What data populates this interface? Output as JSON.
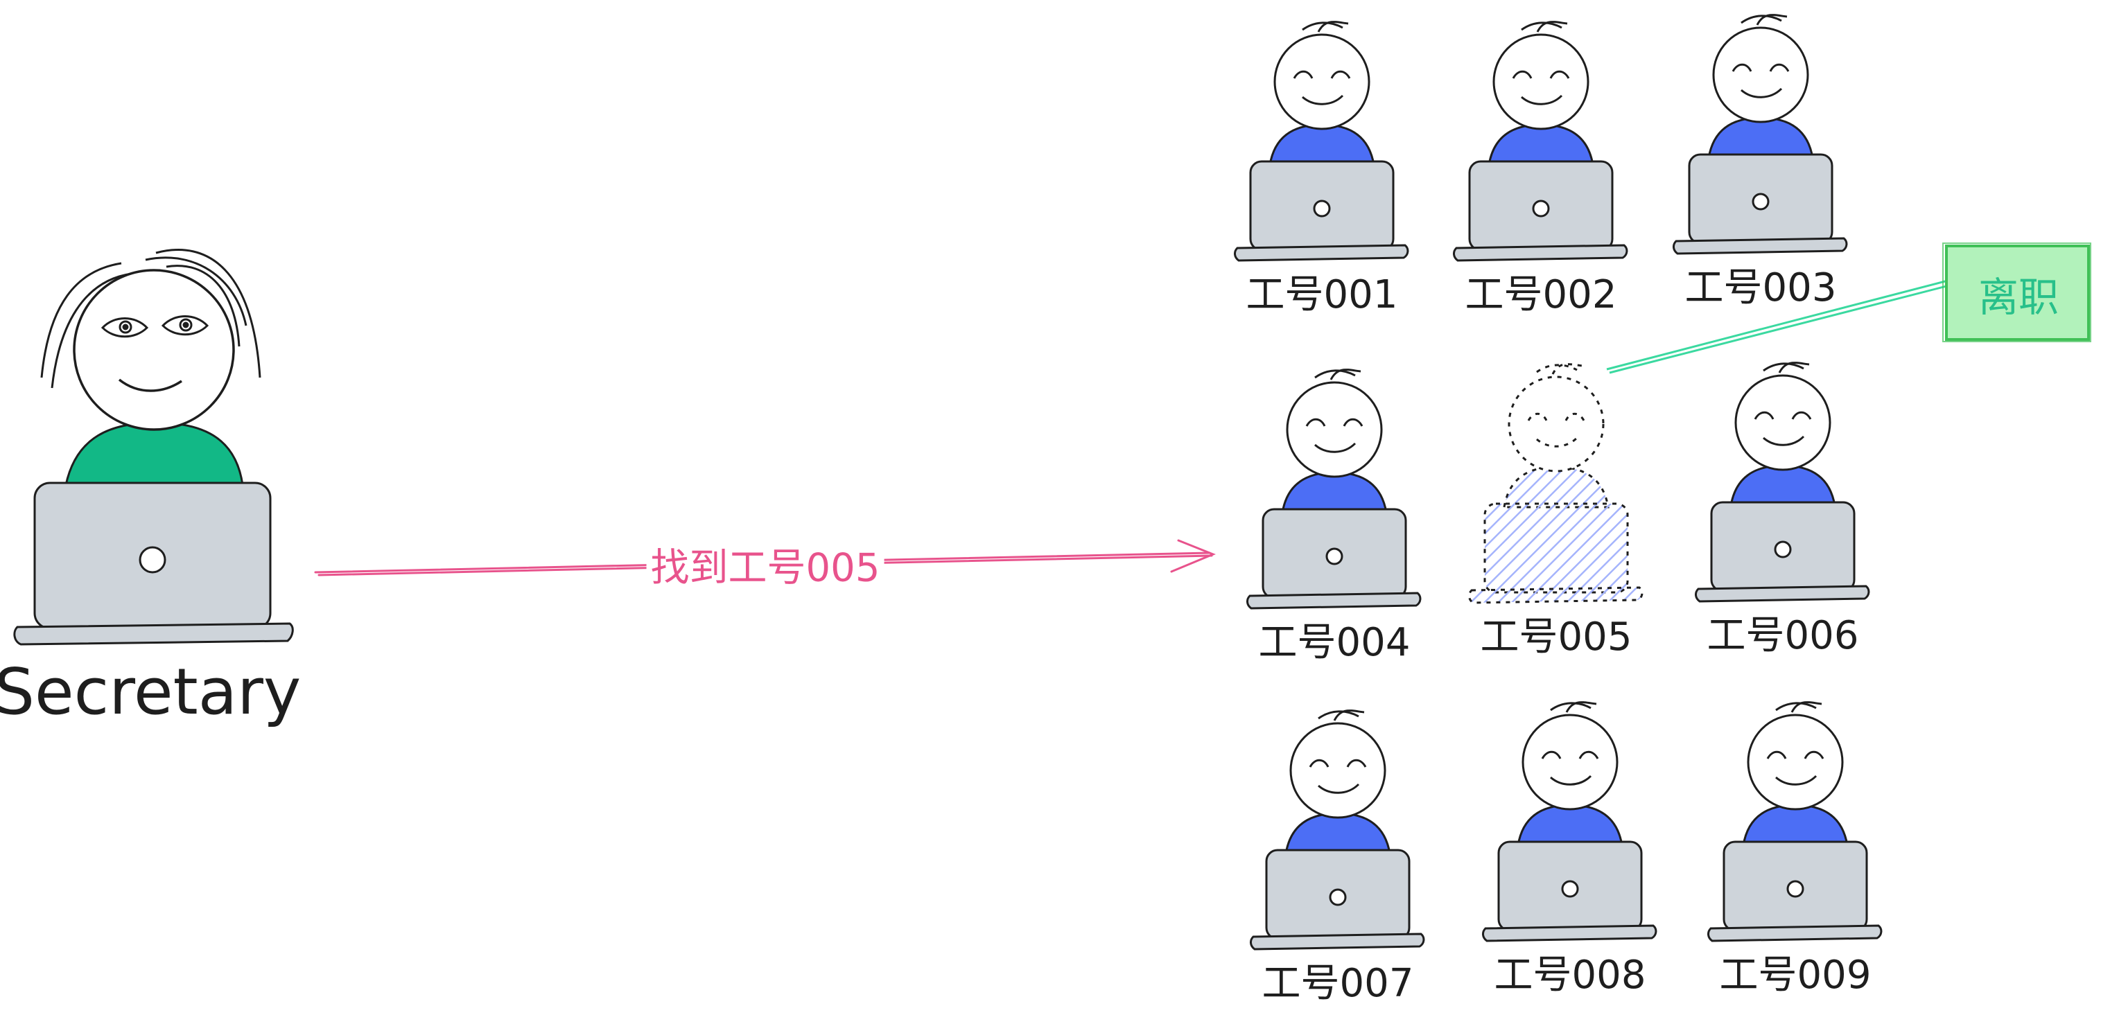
{
  "secretary": {
    "label": "Secretary",
    "shirt_color": "#12b886"
  },
  "request": {
    "label": "找到工号005",
    "color": "#e8538c"
  },
  "departed_tag": {
    "label": "离职",
    "text_color": "#28c08a",
    "fill": "#b2f2bb",
    "border": "#40c057"
  },
  "colors": {
    "shirt": "#4c6ef5",
    "laptop": "#ced4da",
    "outline": "#1e1e1e",
    "hatch": "#a5b4fc"
  },
  "employees": [
    {
      "label": "工号001",
      "status": "active"
    },
    {
      "label": "工号002",
      "status": "active"
    },
    {
      "label": "工号003",
      "status": "active"
    },
    {
      "label": "工号004",
      "status": "active"
    },
    {
      "label": "工号005",
      "status": "departed"
    },
    {
      "label": "工号006",
      "status": "active"
    },
    {
      "label": "工号007",
      "status": "active"
    },
    {
      "label": "工号008",
      "status": "active"
    },
    {
      "label": "工号009",
      "status": "active"
    }
  ]
}
